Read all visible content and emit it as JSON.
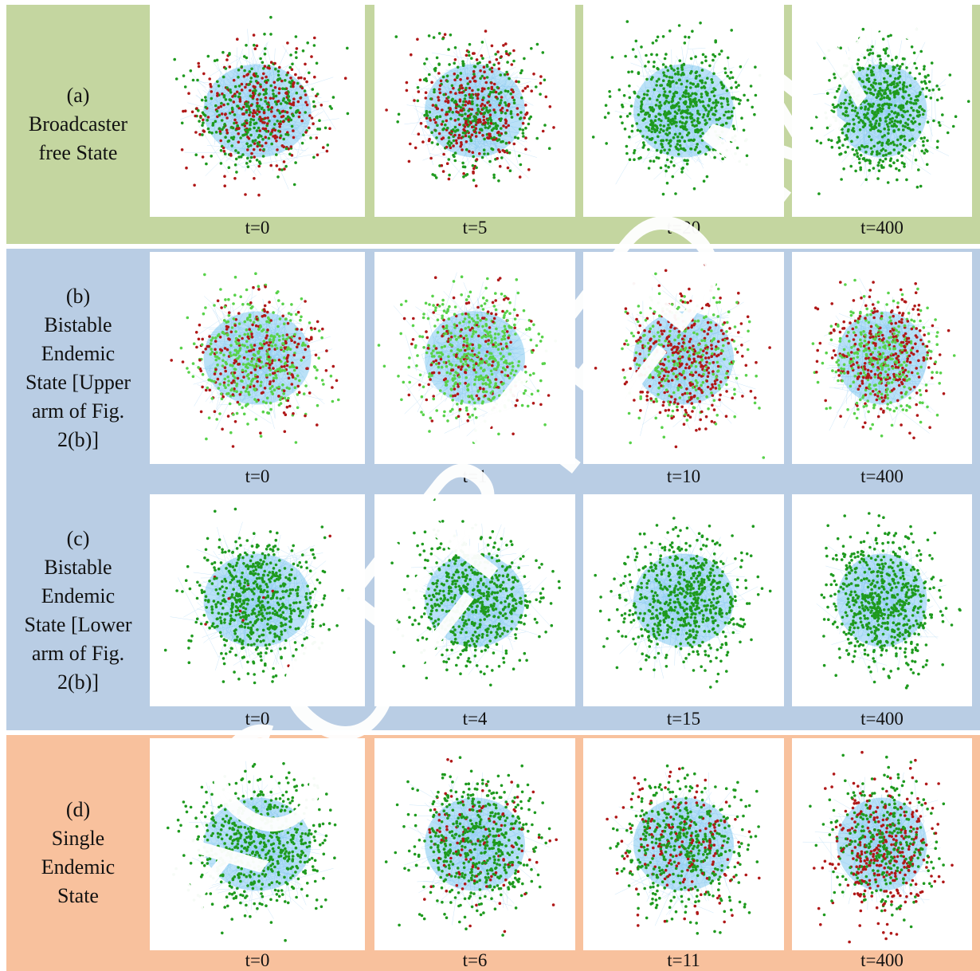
{
  "rows": [
    {
      "id": "a",
      "label": "(a)\nBroadcaster\nfree State",
      "times": [
        "t=0",
        "t=5",
        "t=20",
        "t=400"
      ]
    },
    {
      "id": "b",
      "label": "(b)\nBistable\nEndemic\nState [Upper\narm of Fig.\n2(b)]",
      "times": [
        "t=0",
        "t=1",
        "t=10",
        "t=400"
      ]
    },
    {
      "id": "c",
      "label": "(c)\nBistable\nEndemic\nState [Lower\narm of Fig.\n2(b)]",
      "times": [
        "t=0",
        "t=4",
        "t=15",
        "t=400"
      ]
    },
    {
      "id": "d",
      "label": "(d)\nSingle\nEndemic\nState",
      "times": [
        "t=0",
        "t=6",
        "t=11",
        "t=400"
      ]
    }
  ],
  "watermark": "ACCEPTED MANUSCRIPT",
  "colors": {
    "band_a": "#c4d6a0",
    "band_bc": "#b9cde4",
    "band_d": "#f8c19d",
    "node_red": "#b01818",
    "node_green": "#1e9a1e",
    "node_light_green": "#58d24a",
    "edge": "#8ec8f0",
    "core": "#3aa8e8"
  }
}
